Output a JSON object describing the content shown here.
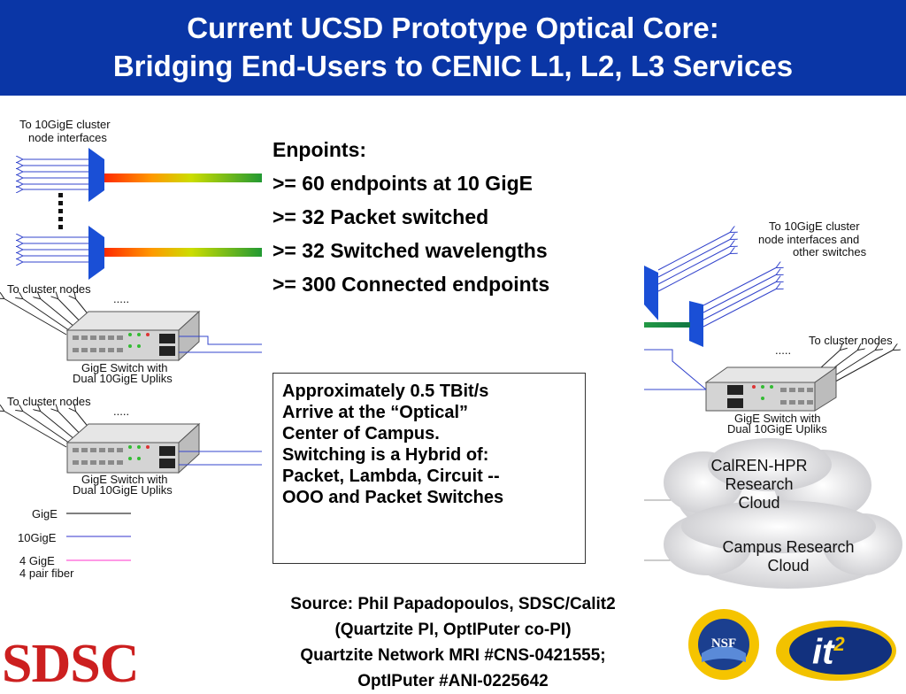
{
  "title": {
    "line1": "Current UCSD Prototype Optical Core:",
    "line2": "Bridging End-Users to CENIC L1, L2, L3 Services"
  },
  "left": {
    "top_label_1": "To 10GigE cluster",
    "top_label_2": "node interfaces",
    "cluster_label_1": "To cluster nodes",
    "cluster_label_2": "To cluster nodes",
    "dots": ".....",
    "switch1_label_1": "GigE Switch with",
    "switch1_label_2": "Dual 10GigE Upliks",
    "switch2_label_1": "GigE Switch with",
    "switch2_label_2": "Dual 10GigE Upliks"
  },
  "legend": {
    "gige": "GigE",
    "tengige": "10GigE",
    "fourgige_1": "4 GigE",
    "fourgige_2": "4 pair fiber",
    "colors": {
      "gige": "#000000",
      "tengige": "#3333cc",
      "fourgige": "#ff33cc"
    }
  },
  "endpoints": {
    "heading": "Enpoints:",
    "items": [
      ">= 60 endpoints at 10 GigE",
      ">= 32 Packet switched",
      ">= 32 Switched wavelengths",
      ">= 300 Connected endpoints"
    ]
  },
  "info_box": {
    "lines": [
      "Approximately 0.5 TBit/s",
      "Arrive at the “Optical”",
      "Center of Campus.",
      "Switching is a Hybrid of:",
      "Packet, Lambda, Circuit --",
      "OOO and Packet Switches"
    ]
  },
  "right": {
    "top_label_1": "To 10GigE cluster",
    "top_label_2": "node interfaces and",
    "top_label_3": "other switches",
    "cluster_label": "To cluster nodes",
    "dots": ".....",
    "switch_label_1": "GigE Switch with",
    "switch_label_2": "Dual 10GigE Upliks",
    "cloud1_1": "CalREN-HPR",
    "cloud1_2": "Research",
    "cloud1_3": "Cloud",
    "cloud2_1": "Campus Research",
    "cloud2_2": "Cloud"
  },
  "source": {
    "lines": [
      "Source: Phil Papadopoulos, SDSC/Calit2",
      "(Quartzite PI, OptIPuter co-PI)",
      "Quartzite Network MRI #CNS-0421555;",
      "OptIPuter #ANI-0225642"
    ]
  },
  "logos": {
    "sdsc": "SDSC",
    "nsf": "NSF",
    "it2_main": "it",
    "it2_sup": "2"
  },
  "colors": {
    "title_bg": "#0a36a6",
    "accent_blue": "#1a4fd6",
    "sdsc_red": "#cc1f1f"
  }
}
